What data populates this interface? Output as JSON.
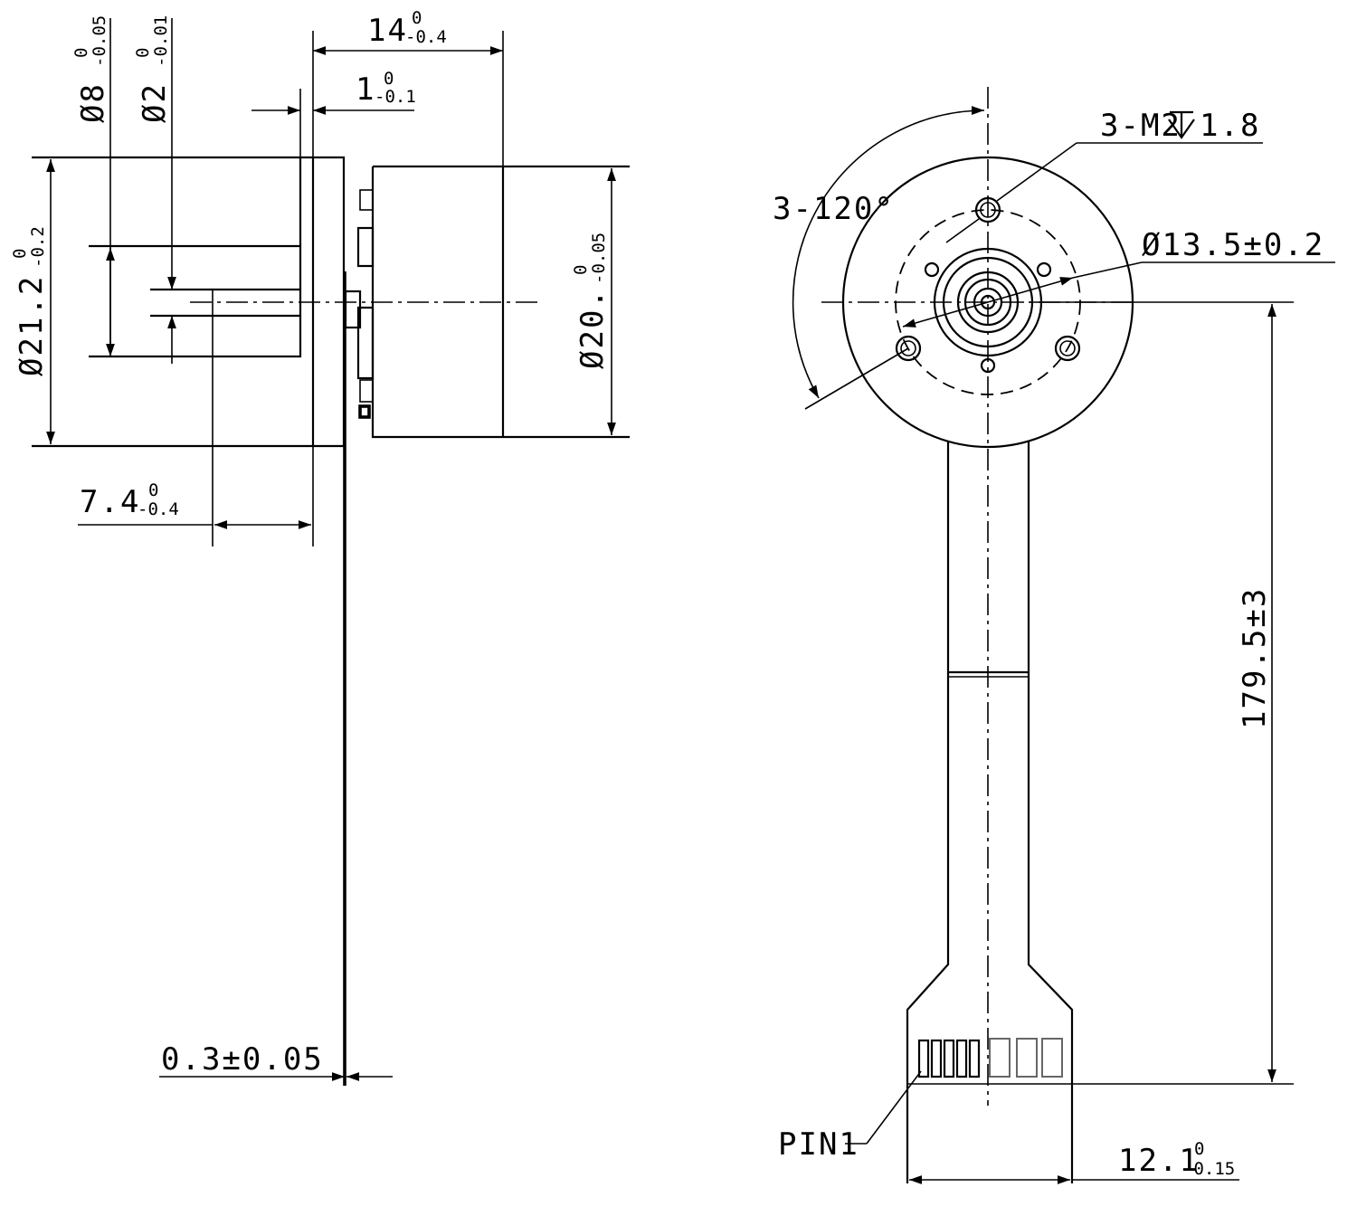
{
  "side_view": {
    "dim_len_total": {
      "base": "14",
      "upper": "0",
      "lower": "-0.4"
    },
    "dim_flange": {
      "base": "1",
      "upper": "0",
      "lower": "-0.1"
    },
    "dim_dia_8": {
      "base": "Ø8",
      "upper": "0",
      "lower": "-0.05"
    },
    "dim_dia_2": {
      "base": "Ø2",
      "upper": "0",
      "lower": "-0.01"
    },
    "dim_dia_21": {
      "base": "Ø21.2",
      "upper": "0",
      "lower": "-0.2"
    },
    "dim_dia_20": {
      "base": "Ø20.",
      "upper": "0",
      "lower": "-0.05"
    },
    "dim_shaft": {
      "base": "7.4",
      "upper": "0",
      "lower": "-0.4"
    },
    "dim_fpc_thickness": "0.3±0.05"
  },
  "front_view": {
    "holes_note": "3-M2",
    "holes_depth": "1.8",
    "angle_note": "3-120°",
    "pcd_note": "Ø13.5±0.2",
    "length_note": "179.5±3",
    "pin_label": "PIN1",
    "dim_width": {
      "base": "12.1",
      "upper": "0",
      "lower": "-0.15"
    }
  },
  "colors": {
    "line": "#000000",
    "pad_outline": "#666666",
    "background": "#ffffff"
  }
}
